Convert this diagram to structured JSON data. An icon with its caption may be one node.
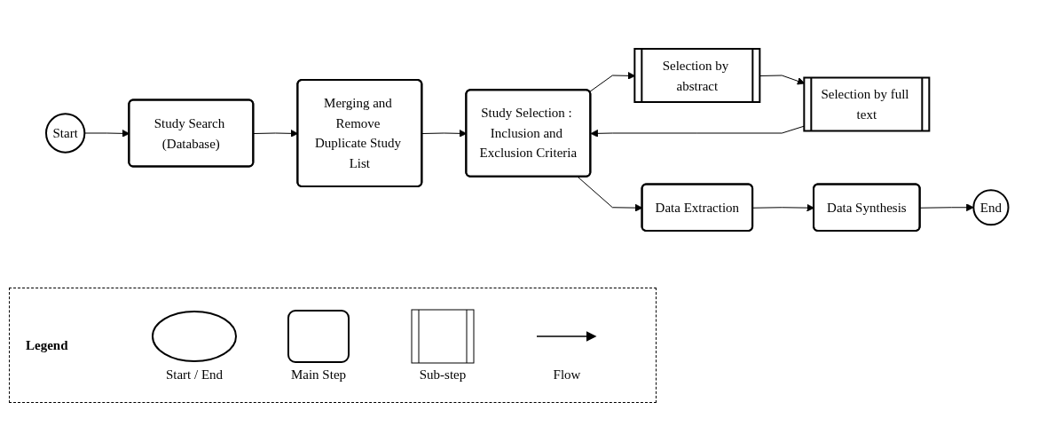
{
  "diagram": {
    "nodes": [
      {
        "text": [
          "Start"
        ]
      },
      {
        "text": [
          "Study Search (Database)"
        ]
      },
      {
        "text": [
          "Merging and Remove Duplicate Study List"
        ]
      },
      {
        "text": [
          "Study Selection : Inclusion and Exclusion Criteria"
        ]
      },
      {
        "text": [
          "Selection by abstract"
        ]
      },
      {
        "text": [
          "Selection by full text"
        ]
      },
      {
        "text": [
          "Data Extraction"
        ]
      },
      {
        "text": [
          "Data Synthesis"
        ]
      },
      {
        "text": [
          "End"
        ]
      }
    ],
    "edges": [
      {
        "from": 0,
        "to": 1,
        "arrow": "to"
      },
      {
        "from": 1,
        "to": 2,
        "arrow": "to"
      },
      {
        "from": 2,
        "to": 3,
        "arrow": "to"
      },
      {
        "from": 3,
        "to": 4,
        "arrow": "to"
      },
      {
        "from": 4,
        "to": 5,
        "arrow": "to"
      },
      {
        "from": 5,
        "to": 3,
        "arrow": "to"
      },
      {
        "from": 3,
        "to": 6,
        "arrow": "to"
      },
      {
        "from": 6,
        "to": 7,
        "arrow": "to"
      },
      {
        "from": 7,
        "to": 8,
        "arrow": "to"
      }
    ],
    "labels": [
      "Legend"
    ],
    "legend": [
      {
        "text": "Start / End"
      },
      {
        "text": "Main Step"
      },
      {
        "text": "Sub-step"
      },
      {
        "text": "Flow"
      }
    ]
  }
}
